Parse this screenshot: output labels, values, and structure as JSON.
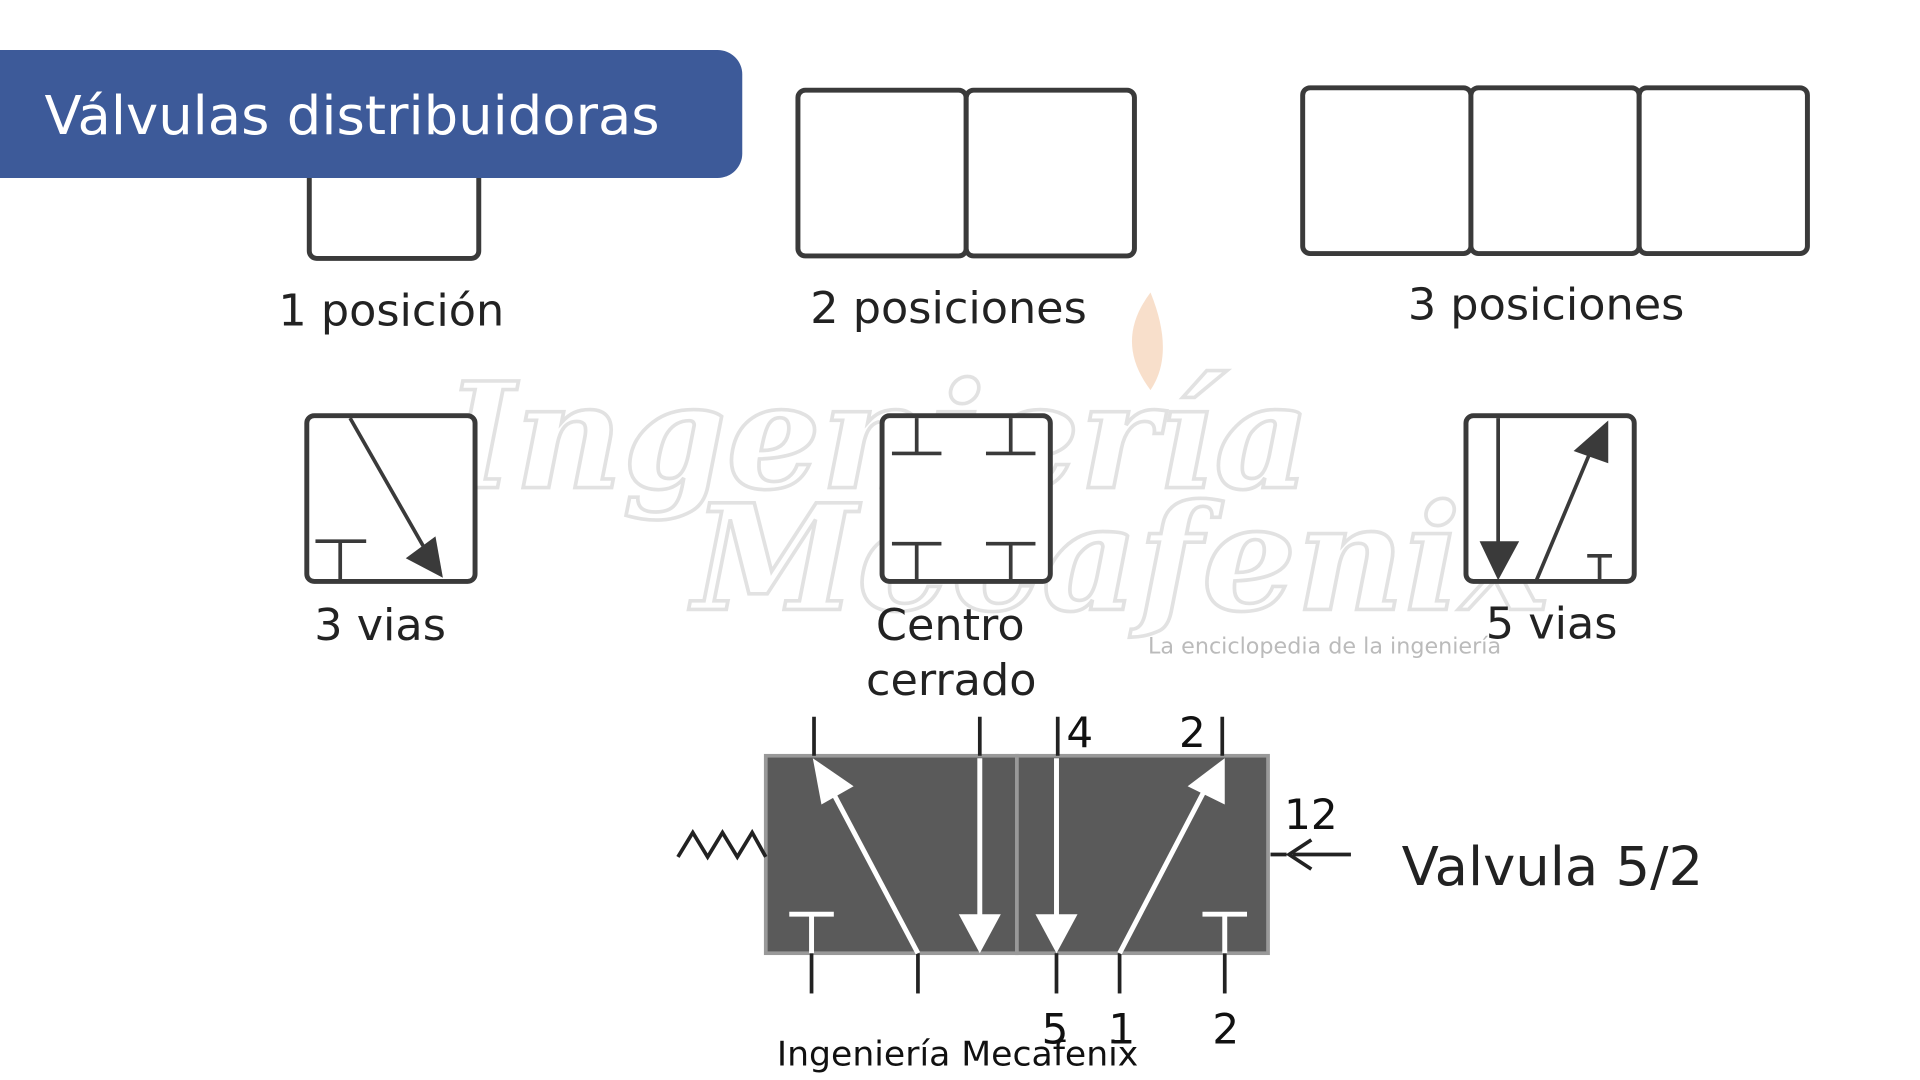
{
  "title": "Válvulas distribuidoras",
  "title_color": "#3d5a99",
  "labels": {
    "one_position": "1 posición",
    "two_positions": "2 posiciones",
    "three_positions": "3 posiciones",
    "three_ways": "3 vias",
    "closed_center_1": "Centro",
    "closed_center_2": "cerrado",
    "five_ways": "5 vias",
    "valve_52": "Valvula 5/2"
  },
  "ports": {
    "top_4": "4",
    "top_2": "2",
    "pilot": "12",
    "bottom_5": "5",
    "bottom_1": "1",
    "bottom_2": "2"
  },
  "watermark": {
    "line1": "Ingeniería",
    "line2": "Mecafenix",
    "tagline": "La enciclopedia de la ingeniería"
  },
  "footer": "Ingeniería Mecafenix",
  "valve_fill": "#5a5a5a"
}
